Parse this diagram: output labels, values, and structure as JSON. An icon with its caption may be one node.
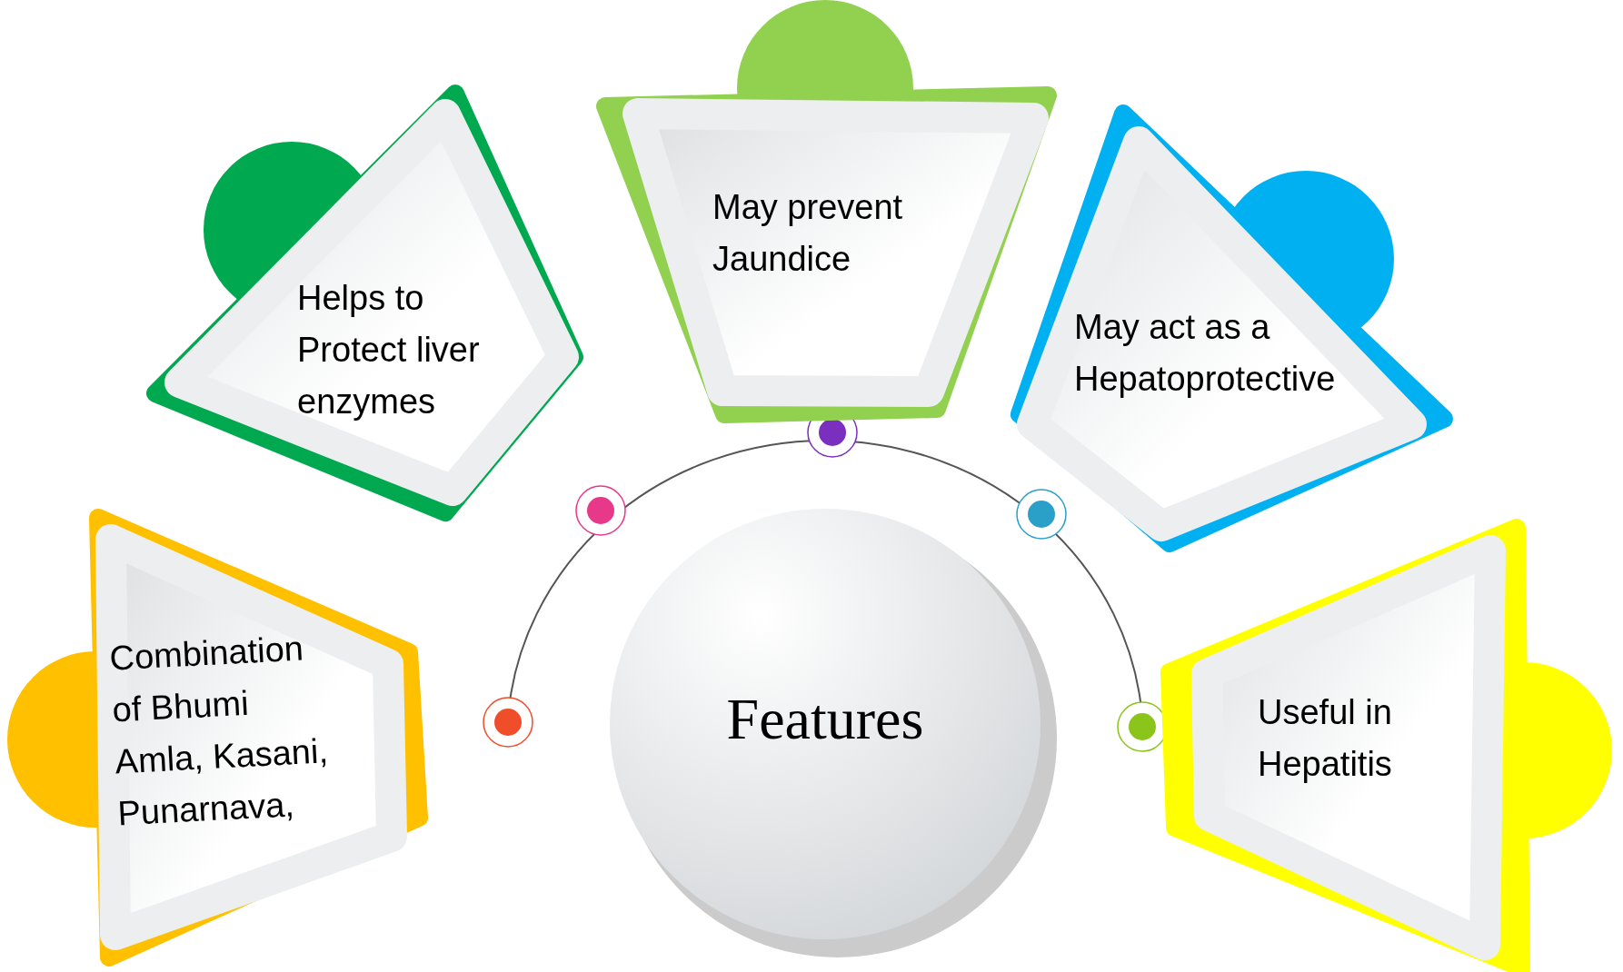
{
  "diagram": {
    "nodes": [
      {
        "text": [
          "Helps to Protect liver enzymes"
        ]
      },
      {
        "text": [
          "May prevent Jaundice"
        ]
      },
      {
        "text": [
          "May act as a Hepatoprotective"
        ]
      },
      {
        "text": [
          "Combination of Bhumi Amla, Kasani, Punarnava,"
        ]
      },
      {
        "text": [
          "Features"
        ]
      },
      {
        "text": [
          "Useful in Hepatitis"
        ]
      }
    ]
  }
}
